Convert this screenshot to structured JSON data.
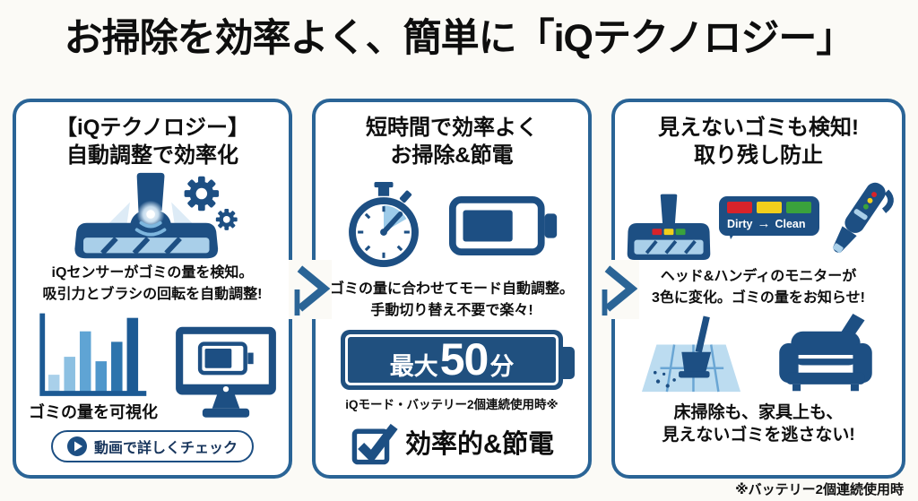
{
  "page": {
    "title": "お掃除を効率よく、簡単に「iQテクノロジー」",
    "footnote": "※バッテリー2個連続使用時"
  },
  "colors": {
    "navy": "#1d4f83",
    "panel_border": "#2a6496",
    "light_blue": "#a9cfe9",
    "mid_blue": "#5f9fcf",
    "indicator_red": "#d8232a",
    "indicator_yellow": "#f2cf1c",
    "indicator_green": "#3aa23c",
    "background": "#fbfaf6"
  },
  "panels": [
    {
      "title_line1": "【iQテクノロジー】",
      "title_line2": "自動調整で効率化",
      "body_line1": "iQセンサーがゴミの量を検知。",
      "body_line2": "吸引力とブラシの回転を自動調整!",
      "chart_caption": "ゴミの量を可視化",
      "video_button": "動画で詳しくチェック"
    },
    {
      "title_line1": "短時間で効率よく",
      "title_line2": "お掃除&節電",
      "body_line1": "ゴミの量に合わせてモード自動調整。",
      "body_line2": "手動切り替え不要で楽々!",
      "battery_prefix": "最大",
      "battery_value": "50",
      "battery_suffix": "分",
      "battery_note": "iQモード・バッテリー2個連続使用時※",
      "check_label": "効率的&節電"
    },
    {
      "title_line1": "見えないゴミも検知!",
      "title_line2": "取り残し防止",
      "monitor_dirty": "Dirty",
      "monitor_clean": "Clean",
      "monitor_arrow": "→",
      "body_line1": "ヘッド&ハンディのモニターが",
      "body_line2": "3色に変化。ゴミの量をお知らせ!",
      "bottom_line1": "床掃除も、家具上も、",
      "bottom_line2": "見えないゴミを逃さない!"
    }
  ],
  "icons": {
    "bar_chart": {
      "type": "bar",
      "heights": [
        24,
        48,
        82,
        42,
        68,
        100
      ],
      "colors": [
        "#a9d0ea",
        "#8cc0e2",
        "#5fa4d4",
        "#4f97cb",
        "#2d74ad",
        "#1c5a94"
      ]
    }
  }
}
